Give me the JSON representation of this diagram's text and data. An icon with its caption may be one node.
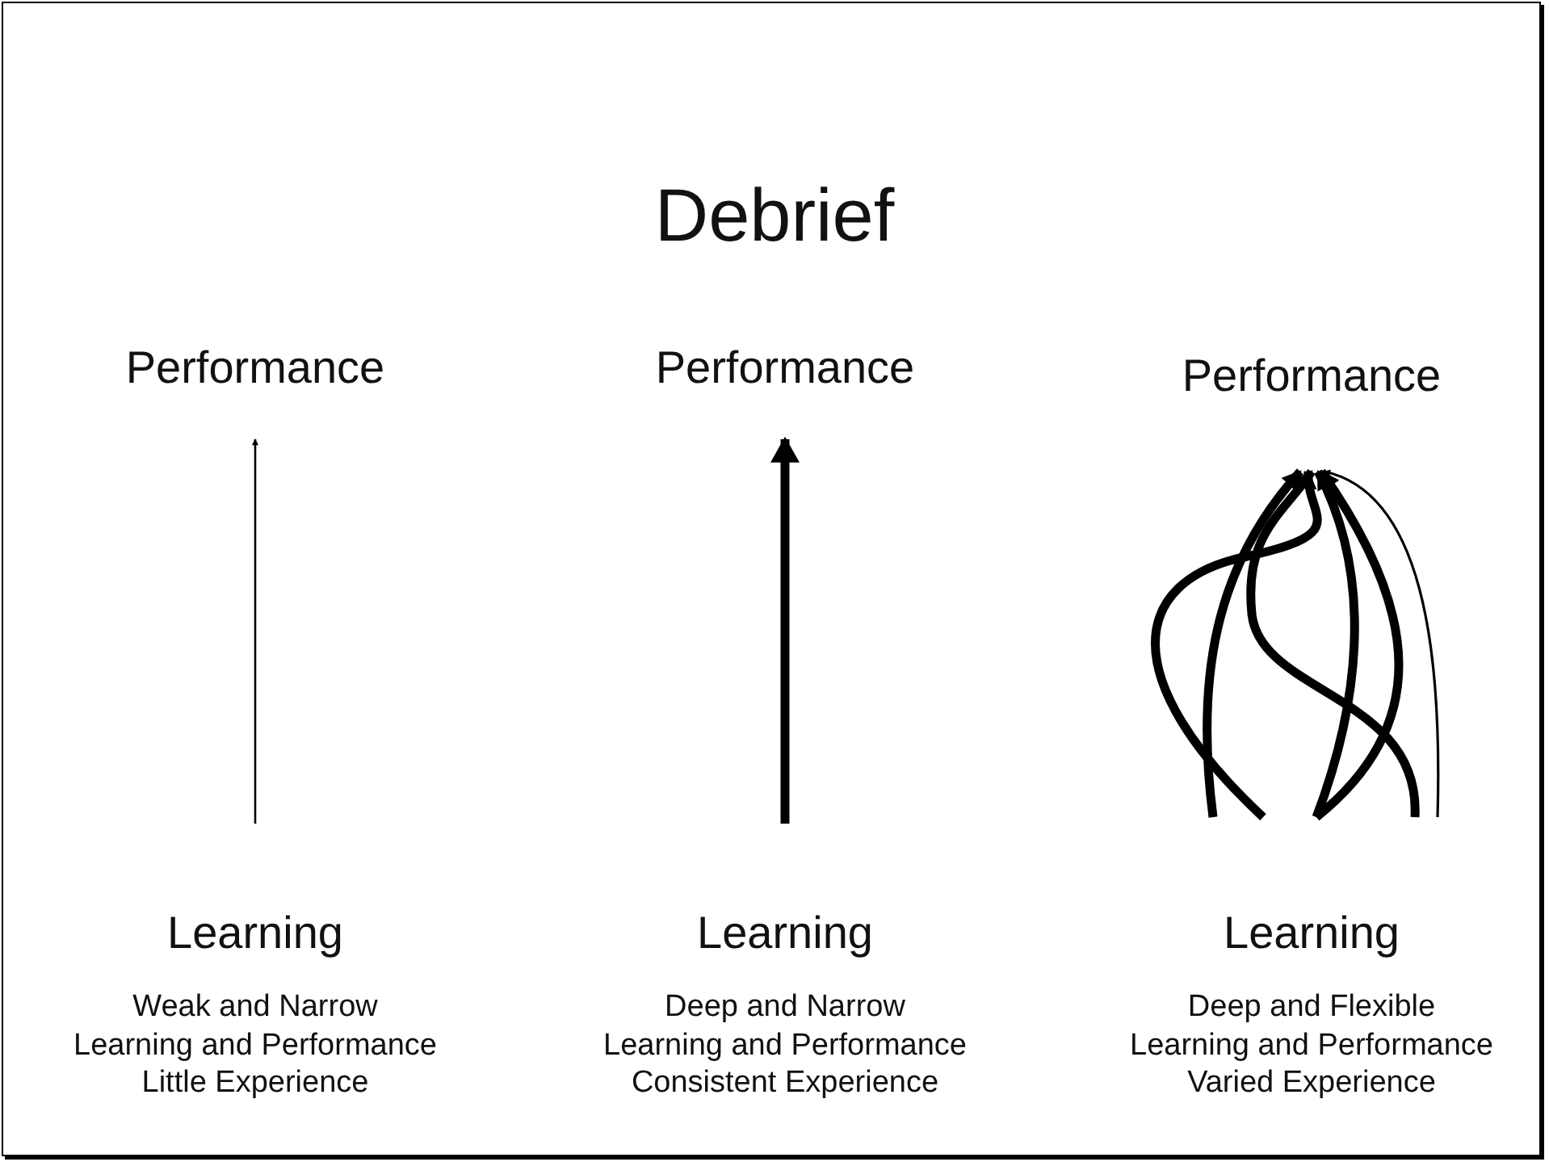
{
  "diagram": {
    "title": "Debrief",
    "nodes": [
      {
        "text": [
          "Performance"
        ]
      },
      {
        "text": [
          "Learning"
        ],
        "beside": [
          "Weak and Narrow",
          "Learning and Performance",
          "Little Experience"
        ]
      },
      {
        "text": [
          "Performance"
        ]
      },
      {
        "text": [
          "Learning"
        ],
        "beside": [
          "Deep and Narrow",
          "Learning and Performance",
          "Consistent Experience"
        ]
      },
      {
        "text": [
          "Performance"
        ]
      },
      {
        "text": [
          "Learning"
        ],
        "beside": [
          "Deep and Flexible",
          "Learning and Performance",
          "Varied Experience"
        ]
      }
    ],
    "edges": [
      {
        "from": 1,
        "to": 0,
        "arrow": "to"
      },
      {
        "from": 3,
        "to": 2,
        "arrow": "to"
      },
      {
        "from": 5,
        "to": 4,
        "arrow": "to"
      },
      {
        "from": 5,
        "to": 4,
        "arrow": "to"
      },
      {
        "from": 5,
        "to": 4,
        "arrow": "to"
      },
      {
        "from": 5,
        "to": 4,
        "arrow": "to"
      },
      {
        "from": 5,
        "to": 4,
        "arrow": "to"
      },
      {
        "from": 5,
        "to": 4,
        "arrow": "to"
      }
    ]
  }
}
